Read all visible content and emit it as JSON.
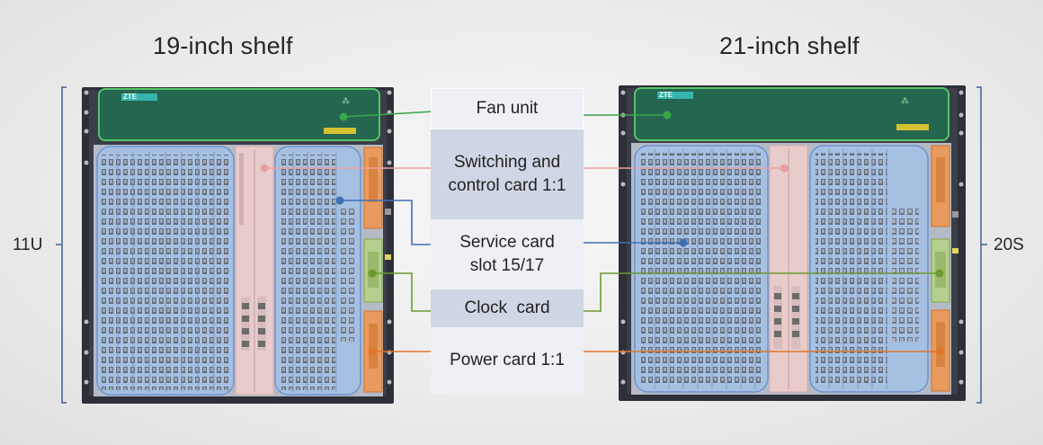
{
  "titles": {
    "left": "19-inch shelf",
    "right": "21-inch shelf"
  },
  "side_labels": {
    "left": "11U",
    "right": "20S"
  },
  "brand": "ZTE",
  "callouts": [
    {
      "key": "fan",
      "text": "Fan unit",
      "color": "#3aa54a"
    },
    {
      "key": "switch",
      "text": "Switching and control card 1:1",
      "color": "#e89f9f"
    },
    {
      "key": "service",
      "text": "Service card slot 15/17",
      "color": "#3e6fb5"
    },
    {
      "key": "clock",
      "text": "Clock  card",
      "color": "#6d9a2e"
    },
    {
      "key": "power",
      "text": "Power card 1:1",
      "color": "#e0762a"
    }
  ]
}
